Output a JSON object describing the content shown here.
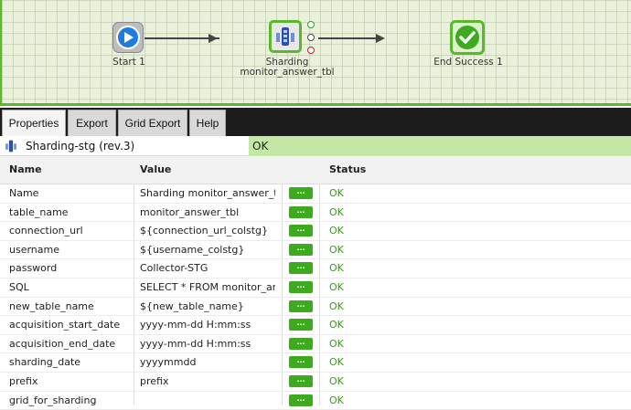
{
  "canvas": {
    "nodes": [
      {
        "label": "Start 1",
        "icon": "play-icon"
      },
      {
        "label_line1": "Sharding",
        "label_line2": "monitor_answer_tbl",
        "icon": "sharding-icon"
      },
      {
        "label": "End Success 1",
        "icon": "check-icon"
      }
    ]
  },
  "tabs": [
    {
      "label": "Properties"
    },
    {
      "label": "Export"
    },
    {
      "label": "Grid Export"
    },
    {
      "label": "Help"
    }
  ],
  "header": {
    "title": "Sharding-stg (rev.3)",
    "status": "OK"
  },
  "table": {
    "columns": {
      "name": "Name",
      "value": "Value",
      "status": "Status"
    },
    "button_label": "...",
    "rows": [
      {
        "name": "Name",
        "value": "Sharding monitor_answer_tbl",
        "status": "OK"
      },
      {
        "name": "table_name",
        "value": "monitor_answer_tbl",
        "status": "OK"
      },
      {
        "name": "connection_url",
        "value": "${connection_url_colstg}",
        "status": "OK"
      },
      {
        "name": "username",
        "value": "${username_colstg}",
        "status": "OK"
      },
      {
        "name": "password",
        "value": "Collector-STG",
        "status": "OK"
      },
      {
        "name": "SQL",
        "value": "SELECT * FROM monitor_ans...",
        "status": "OK"
      },
      {
        "name": "new_table_name",
        "value": "${new_table_name}",
        "status": "OK"
      },
      {
        "name": "acquisition_start_date",
        "value": "yyyy-mm-dd H:mm:ss",
        "status": "OK"
      },
      {
        "name": "acquisition_end_date",
        "value": "yyyy-mm-dd H:mm:ss",
        "status": "OK"
      },
      {
        "name": "sharding_date",
        "value": "yyyymmdd",
        "status": "OK"
      },
      {
        "name": "prefix",
        "value": "prefix",
        "status": "OK"
      },
      {
        "name": "grid_for_sharding",
        "value": "",
        "status": "OK"
      }
    ]
  },
  "colors": {
    "accent": "#5bb72c",
    "status_ok": "#3a9a1a",
    "button": "#3daa1f"
  }
}
